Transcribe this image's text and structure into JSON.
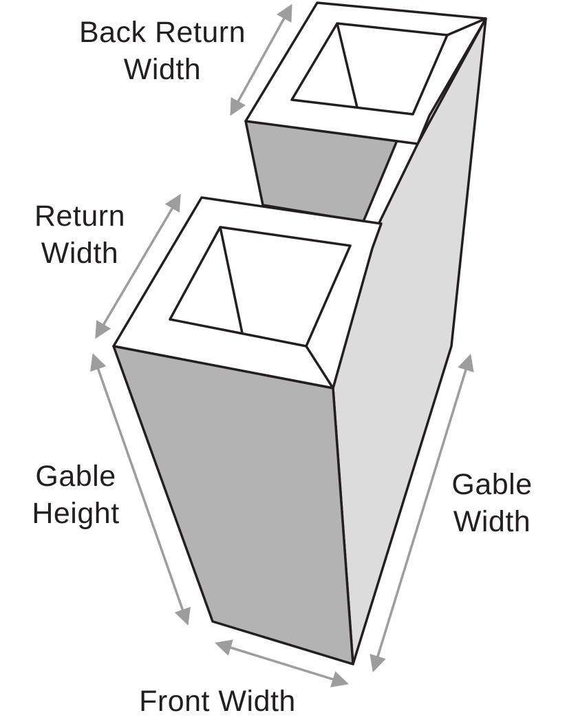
{
  "colors": {
    "outline": "#231f20",
    "arrow": "#9d9d9d",
    "face_front": "#b3b3b3",
    "face_side": "#dcdcdc",
    "face_top": "#ffffff"
  },
  "labels": {
    "back_return_width": [
      "Back Return",
      "Width"
    ],
    "return_width": [
      "Return",
      "Width"
    ],
    "gable_height": [
      "Gable",
      "Height"
    ],
    "gable_width": [
      "Gable",
      "Width"
    ],
    "front_width": [
      "Front Width"
    ]
  }
}
